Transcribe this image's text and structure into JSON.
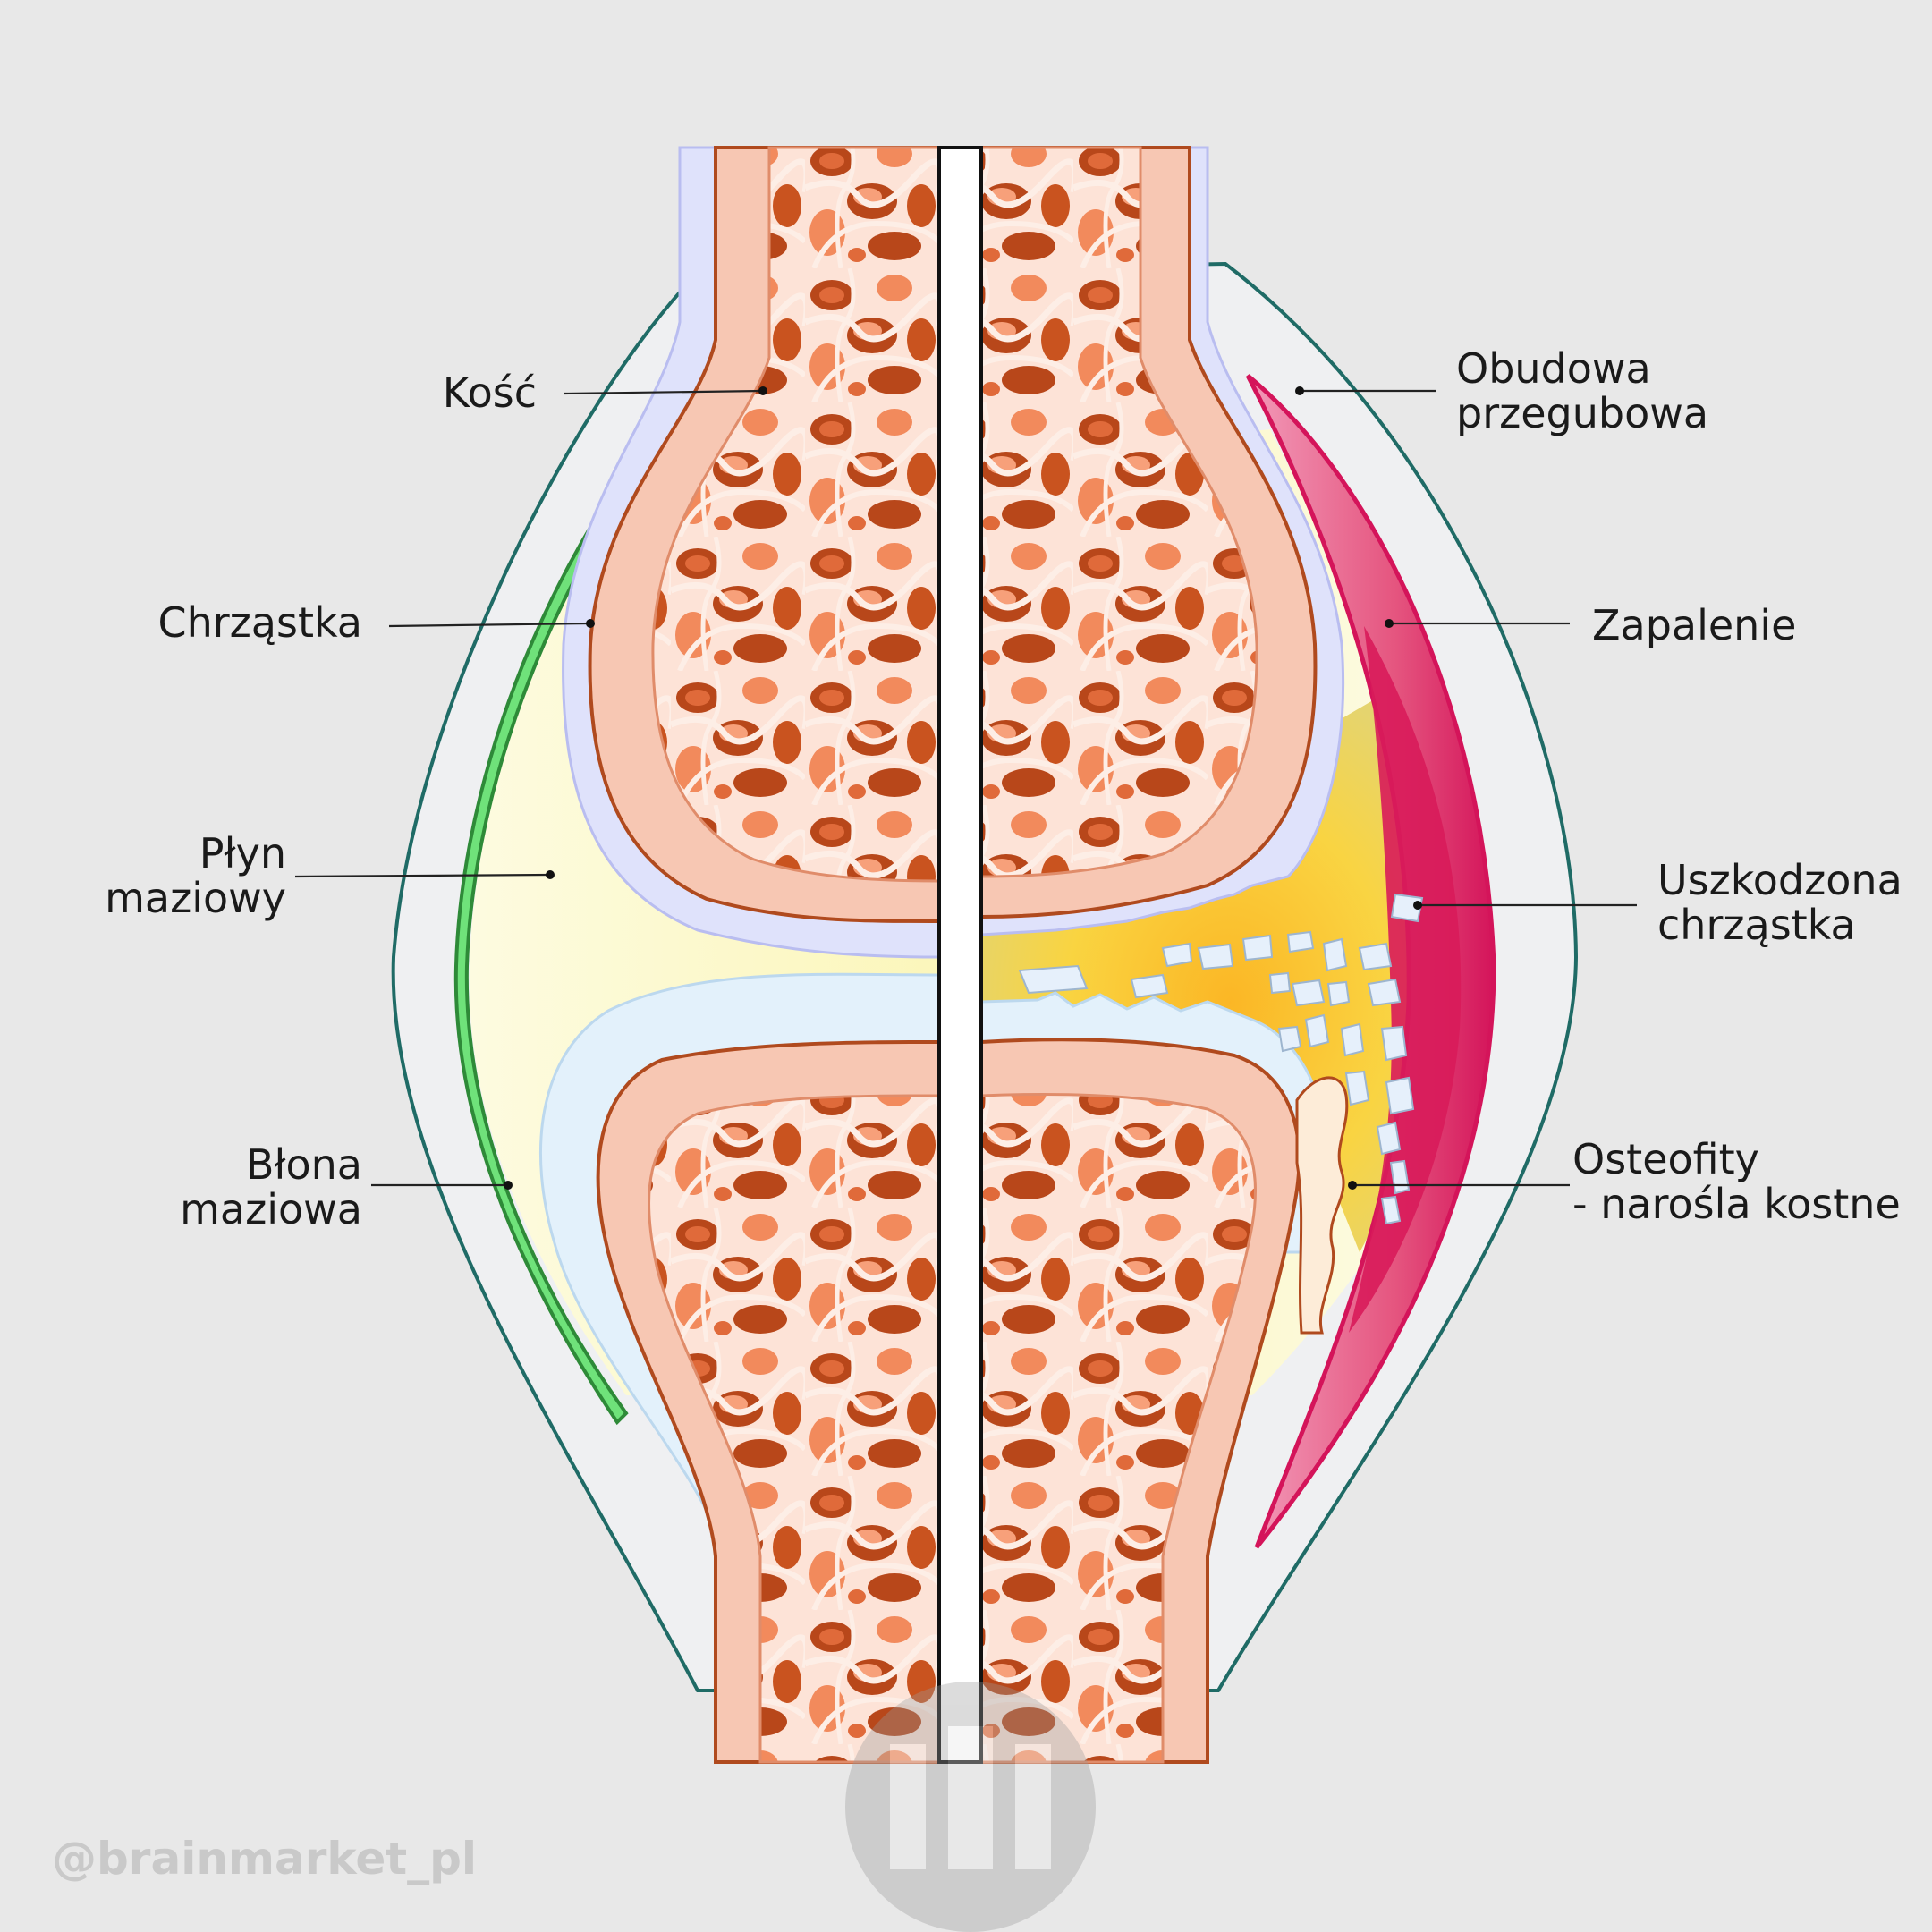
{
  "labels": {
    "bone": "Kość",
    "cartilage": "Chrząstka",
    "synovial_fluid_1": "Płyn",
    "synovial_fluid_2": "maziowy",
    "synovial_membrane_1": "Błona",
    "synovial_membrane_2": "maziowa",
    "capsule_1": "Obudowa",
    "capsule_2": "przegubowa",
    "inflammation": "Zapalenie",
    "damaged_cartilage_1": "Uszkodzona",
    "damaged_cartilage_2": "chrząstka",
    "osteophytes_1": "Osteofity",
    "osteophytes_2": "- narośla kostne"
  },
  "watermark": "@brainmarket_pl",
  "colors": {
    "background": "#e8e8e8",
    "capsule_fill": "#eff0f2",
    "capsule_stroke": "#1f6b66",
    "bone_cortex": "#f7c7b3",
    "bone_outline": "#b04a1e",
    "bone_marrow_light": "#fde6dc",
    "bone_marrow_dark": "#b8471a",
    "cartilage_upper": "#dfe2fb",
    "cartilage_lower": "#e3f1fb",
    "synovial_fluid": "#fbf7c8",
    "synovial_membrane": "#6fe27a",
    "inflammation_outer": "#ea7fa3",
    "inflammation_inner": "#d81b5a",
    "damaged_fluid": "#f7c22a"
  }
}
